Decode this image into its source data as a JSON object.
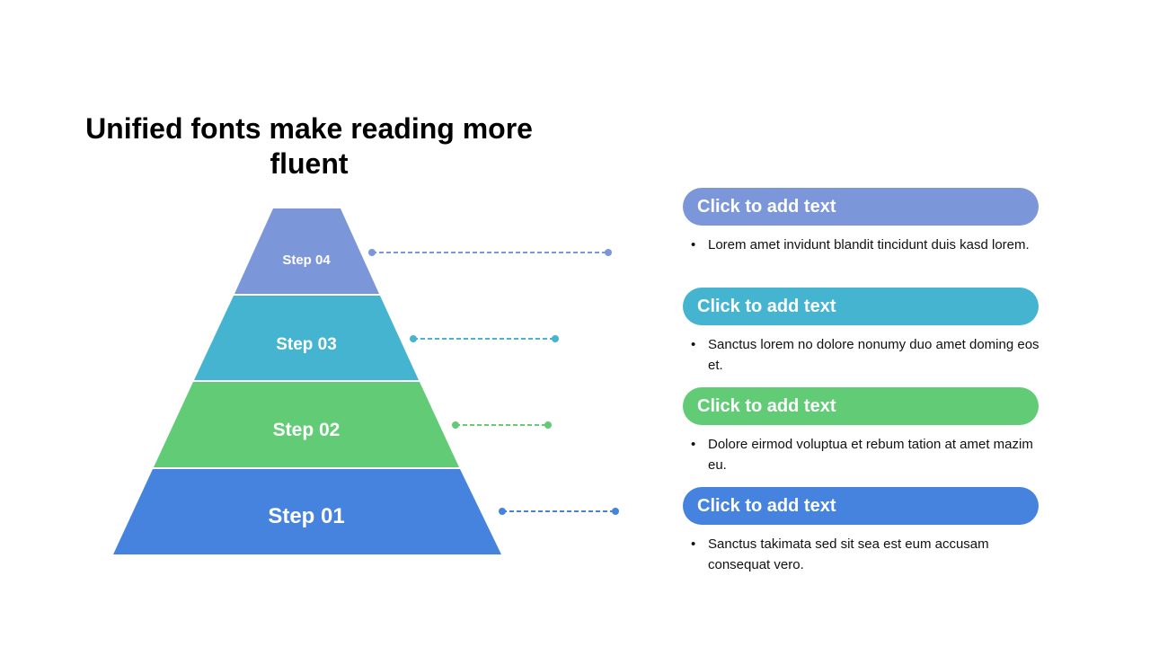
{
  "title": "Unified fonts make reading more fluent",
  "steps": [
    {
      "label": "Step 04",
      "color": "#7b96d9"
    },
    {
      "label": "Step 03",
      "color": "#45b4d1"
    },
    {
      "label": "Step 02",
      "color": "#62cb75"
    },
    {
      "label": "Step 01",
      "color": "#4583df"
    }
  ],
  "items": [
    {
      "heading": "Click to add text",
      "text": "Lorem amet invidunt blandit tincidunt duis kasd lorem.",
      "color": "#7b96d9"
    },
    {
      "heading": "Click to add text",
      "text": "Sanctus lorem no dolore nonumy duo amet doming eos et.",
      "color": "#45b4d1"
    },
    {
      "heading": "Click to add text",
      "text": "Dolore eirmod voluptua et rebum tation at amet mazim eu.",
      "color": "#62cb75"
    },
    {
      "heading": "Click to add text",
      "text": "Sanctus takimata sed sit sea est eum accusam consequat vero.",
      "color": "#4583df"
    }
  ],
  "bullet_glyph": "•"
}
